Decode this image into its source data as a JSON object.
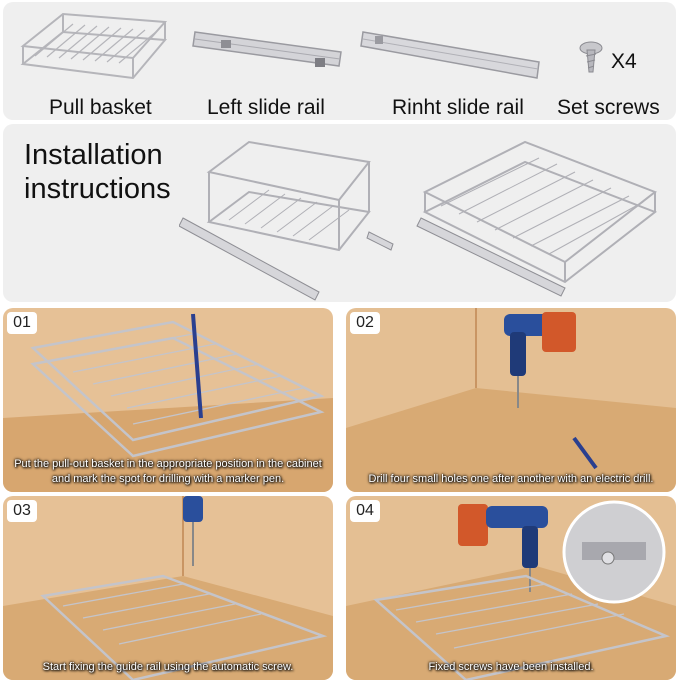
{
  "parts": {
    "pull_basket": "Pull basket",
    "left_rail": "Left slide rail",
    "right_rail": "Rinht slide rail",
    "screws": "Set screws",
    "screw_count": "X4"
  },
  "install": {
    "title_line1": "Installation",
    "title_line2": "instructions"
  },
  "steps": [
    {
      "number": "01",
      "caption": "Put the pull-out basket in the appropriate position in the cabinet and mark the spot for drilling with a marker pen."
    },
    {
      "number": "02",
      "caption": "Drill four small holes one after another with an electric drill."
    },
    {
      "number": "03",
      "caption": "Start fixing the guide rail using the automatic screw."
    },
    {
      "number": "04",
      "caption": "Fixed screws have been installed."
    }
  ],
  "colors": {
    "wood": "#e2b98a",
    "wood_dark": "#c9945e",
    "wire": "#c8c8cc",
    "drill": "#2a4f9c",
    "battery": "#d2582a"
  }
}
